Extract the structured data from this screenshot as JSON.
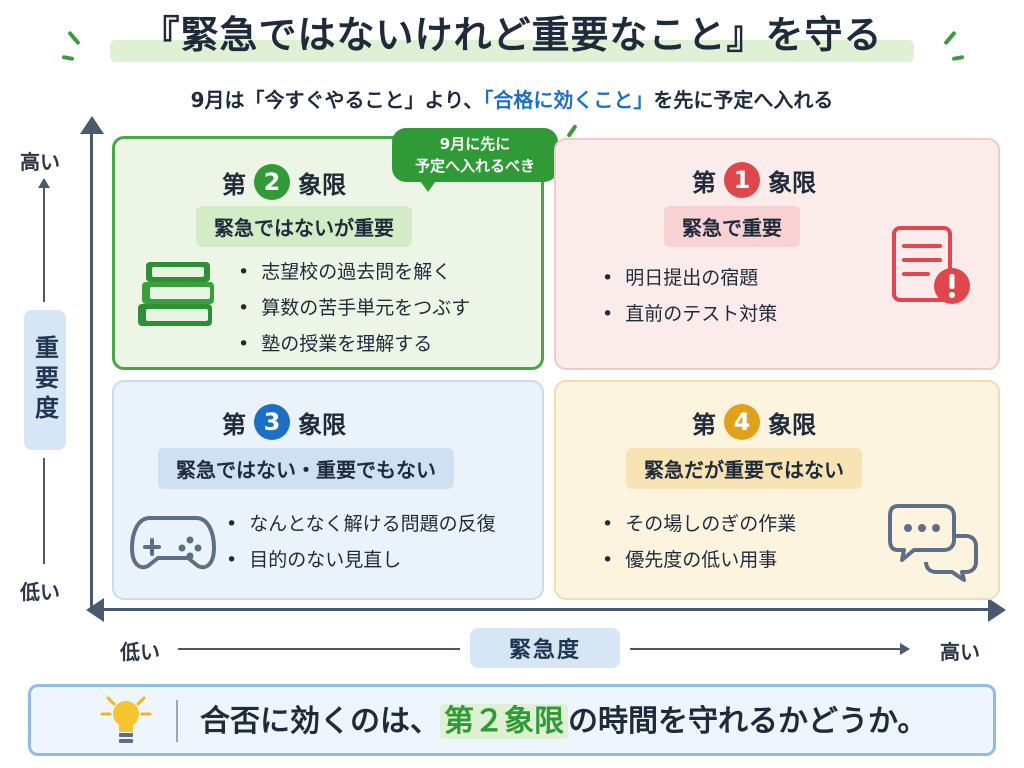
{
  "header": {
    "title": "『緊急ではないけれど重要なこと』を守る",
    "subtitle_pre": "9月は「今すぐやること」より、",
    "subtitle_highlight": "「合格に効くこと」",
    "subtitle_post": "を先に予定へ入れる"
  },
  "axes": {
    "vertical_label": "重要度",
    "vertical_high": "高い",
    "vertical_low": "低い",
    "horizontal_label": "緊急度",
    "horizontal_low": "低い",
    "horizontal_high": "高い"
  },
  "callout": {
    "line1": "9月に先に",
    "line2": "予定へ入れるべき"
  },
  "quadrants": {
    "q2": {
      "prefix": "第",
      "number": "2",
      "suffix": "象限",
      "tag": "緊急ではないが重要",
      "items": [
        "志望校の過去問を解く",
        "算数の苦手単元をつぶす",
        "塾の授業を理解する"
      ],
      "color": "#2f9a36",
      "icon": "books-icon"
    },
    "q1": {
      "prefix": "第",
      "number": "1",
      "suffix": "象限",
      "tag": "緊急で重要",
      "items": [
        "明日提出の宿題",
        "直前のテスト対策"
      ],
      "color": "#e0474c",
      "icon": "document-alert-icon"
    },
    "q3": {
      "prefix": "第",
      "number": "3",
      "suffix": "象限",
      "tag": "緊急ではない・重要でもない",
      "items": [
        "なんとなく解ける問題の反復",
        "目的のない見直し"
      ],
      "color": "#1d6fc4",
      "icon": "gamepad-icon"
    },
    "q4": {
      "prefix": "第",
      "number": "4",
      "suffix": "象限",
      "tag": "緊急だが重要ではない",
      "items": [
        "その場しのぎの作業",
        "優先度の低い用事"
      ],
      "color": "#e0a21a",
      "icon": "chat-bubbles-icon"
    }
  },
  "banner": {
    "pre": "合否に効くのは、",
    "accent": "第２象限",
    "post": "の時間を守れるかどうか。",
    "icon": "lightbulb-icon"
  }
}
